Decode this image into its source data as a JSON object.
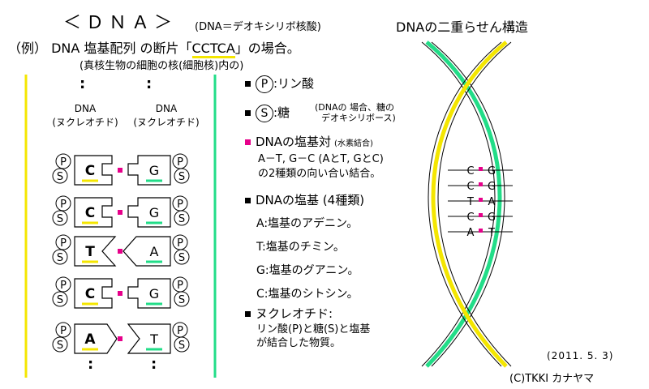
{
  "title": "＜ＤＮＡ＞",
  "subtitle": "(DNA＝デオキシリボ核酸)",
  "example": {
    "prefix": "（例） DNA 塩基配列 の断片「",
    "sequence": "CCTCA",
    "suffix": "」の場合。",
    "note": "(真核生物の細胞の核(細胞核)内の)"
  },
  "columns": {
    "left_header_1": "DNA",
    "left_header_2": "(ヌクレオチド)",
    "right_header_1": "DNA",
    "right_header_2": "(ヌクレオチド)"
  },
  "ellipsis": ":",
  "phosphate_symbol": "P",
  "sugar_symbol": "S",
  "base_pairs": [
    {
      "left": "C",
      "right": "G",
      "left_color": "#f4e600",
      "right_color": "#22dd88"
    },
    {
      "left": "C",
      "right": "G",
      "left_color": "#f4e600",
      "right_color": "#22dd88"
    },
    {
      "left": "T",
      "right": "A",
      "left_color": "#f4e600",
      "right_color": "#22dd88"
    },
    {
      "left": "C",
      "right": "G",
      "left_color": "#f4e600",
      "right_color": "#22dd88"
    },
    {
      "left": "A",
      "right": "T",
      "left_color": "#f4e600",
      "right_color": "#22dd88"
    }
  ],
  "legend": {
    "phosphate_label": ":リン酸",
    "sugar_label": ":糖",
    "sugar_note_1": "(DNAの 場合、糖の",
    "sugar_note_2": "デオキシリボース)",
    "pair_heading": "DNAの塩基対",
    "pair_heading_note": "(水素結合)",
    "pair_desc_1": "A－T, G－C (AとT, GとC)",
    "pair_desc_2": "の2種類の向い合い結合。",
    "bases_heading": "DNAの塩基 (4種類)",
    "bases": [
      "A:塩基のアデニン。",
      "T:塩基のチミン。",
      "G:塩基のグアニン。",
      "C:塩基のシトシン。"
    ],
    "nucleotide_heading": "ヌクレオチド:",
    "nucleotide_desc_1": "リン酸(P)と糖(S)と塩基",
    "nucleotide_desc_2": "が結合した物質。"
  },
  "helix": {
    "title": "DNAの二重らせん構造",
    "rungs": [
      {
        "left": "C",
        "right": "G"
      },
      {
        "left": "C",
        "right": "G"
      },
      {
        "left": "T",
        "right": "A"
      },
      {
        "left": "C",
        "right": "G"
      },
      {
        "left": "A",
        "right": "T"
      }
    ]
  },
  "colors": {
    "yellow": "#f4e600",
    "green": "#22dd88",
    "pink": "#e6008a"
  },
  "date": "(2011. 5. 3)",
  "credit": "(C)TKKI カナヤマ"
}
